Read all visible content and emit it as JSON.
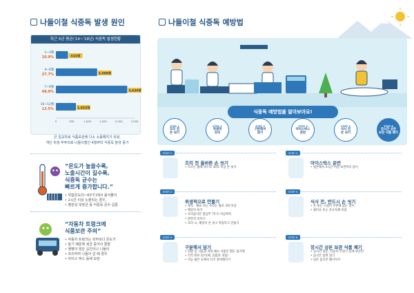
{
  "left": {
    "title": "나들이철 식중독 발생 원인",
    "chart_header": "최근 5년 평균('14~'18년) 식중독 발생현황",
    "chart_note_1": "큰 일교차로 식품보관에 다소 소홀해지기 쉬워,",
    "chart_note_2": "개인 위생 부주의로 나들이철인 4월부터 식중독 발생 증가",
    "cause1_head_1": "“온도가 높을수록,",
    "cause1_head_2": "노출시간이 길수록,",
    "cause1_head_3": "식중독 균수는",
    "cause1_head_4": "빠르게 증가합니다.”",
    "cause1_bullets": [
      "위험온도(5~60℃)에서 음식물이",
      "2시간 이상 노출되는 경우,",
      "병원성 대장균 등 식중독 균수 급증"
    ],
    "cause2_head_1": "“자동차 트렁크에",
    "cause2_head_2": "식품보관 주의”",
    "cause2_bullets": [
      "자동차 트렁크는 외부보다 온도가",
      "높기 때문에 세균 증식이 활발",
      "햇볕이 많은 공간이나 나들이",
      "조리하여 나들이 갈 때 경우",
      "아이스 박스 등에 보관"
    ]
  },
  "right": {
    "title": "나들이철 식중독 예방법",
    "banner": "식중독 예방법을     알아보아요!",
    "steps": [
      {
        "num": "STEP 1",
        "label_1": "조리 전",
        "label_2": "손 씻기"
      },
      {
        "num": "STEP 2",
        "label_1": "위생적",
        "label_2": "조리"
      },
      {
        "num": "STEP 3",
        "label_1": "구분해서",
        "label_2": "담기"
      },
      {
        "num": "STEP 4",
        "label_1": "아이스박스",
        "label_2": "운반"
      },
      {
        "num": "STEP 5",
        "label_1": "식사 전",
        "label_2": "손 씻기"
      },
      {
        "num": "STEP 6",
        "label_1": "장시간 상온",
        "label_2": "보관 식품 폐기"
      }
    ],
    "cards": [
      {
        "tag": "STEP 1",
        "title": "조리 전 올바른 손 씻기",
        "bullets": [
          "흐르는 물에 비누로 30초 이상 손 씻기"
        ]
      },
      {
        "tag": "STEP 4",
        "title": "아이스박스 운반",
        "bullets": [
          "실온에서 2시간 이상 보관하지 않기"
        ]
      },
      {
        "tag": "STEP 2",
        "title": "위생적으로 만들기",
        "bullets": [
          "세척 · 재료 쓰는 조리는 물로 3회 이상",
          "깨끗이 씻기",
          "조리음식은 중심부 75℃ 이상까지",
          "완전히 익히기",
          "조리 시, 깨끗이 손 씻고 착용하고 만들기"
        ]
      },
      {
        "tag": "STEP 5",
        "title": "식사 전, 반드시 손 씻기",
        "bullets": [
          "손 씻는 시설이 주변에 없는 경우,",
          "물티슈 또는 손소독제 이용"
        ]
      },
      {
        "tag": "STEP 3",
        "title": "구분해서 담기",
        "bullets": [
          "김밥 등 식품과 과일·채소 식품은 별도 용기에",
          "각각 따로 담기(예, 김밥과 과일)",
          "가능 물은 도에서 다기 준비해가기"
        ]
      },
      {
        "tag": "STEP 6",
        "title": "장시간 상온 보관 식품 폐기",
        "bullets": [
          "장시간 실온, 자동차 트렁크 등에 보관한",
          "음식은 섭취 않기",
          "남은 음식은 폐기하기"
        ]
      }
    ]
  },
  "chart_data": {
    "type": "bar",
    "orientation": "horizontal",
    "categories": [
      "1~3월",
      "4~6월",
      "7~9월",
      "10~12월"
    ],
    "values": [
      616,
      2099,
      3630,
      1022
    ],
    "value_labels": [
      "616명",
      "2,099명",
      "3,630명",
      "1,022명"
    ],
    "percent_labels": [
      "10.9%",
      "27.7%",
      "48.0%",
      "13.5%"
    ],
    "xticks": [
      "0",
      "500",
      "1,000",
      "1,500",
      "2,000",
      "2,500"
    ],
    "xlim": [
      0,
      4000
    ],
    "colors": {
      "bar": "#2e77b8",
      "highlight": "#f2c232",
      "text": "#2b5a86",
      "accent": "#e35d1d"
    }
  }
}
